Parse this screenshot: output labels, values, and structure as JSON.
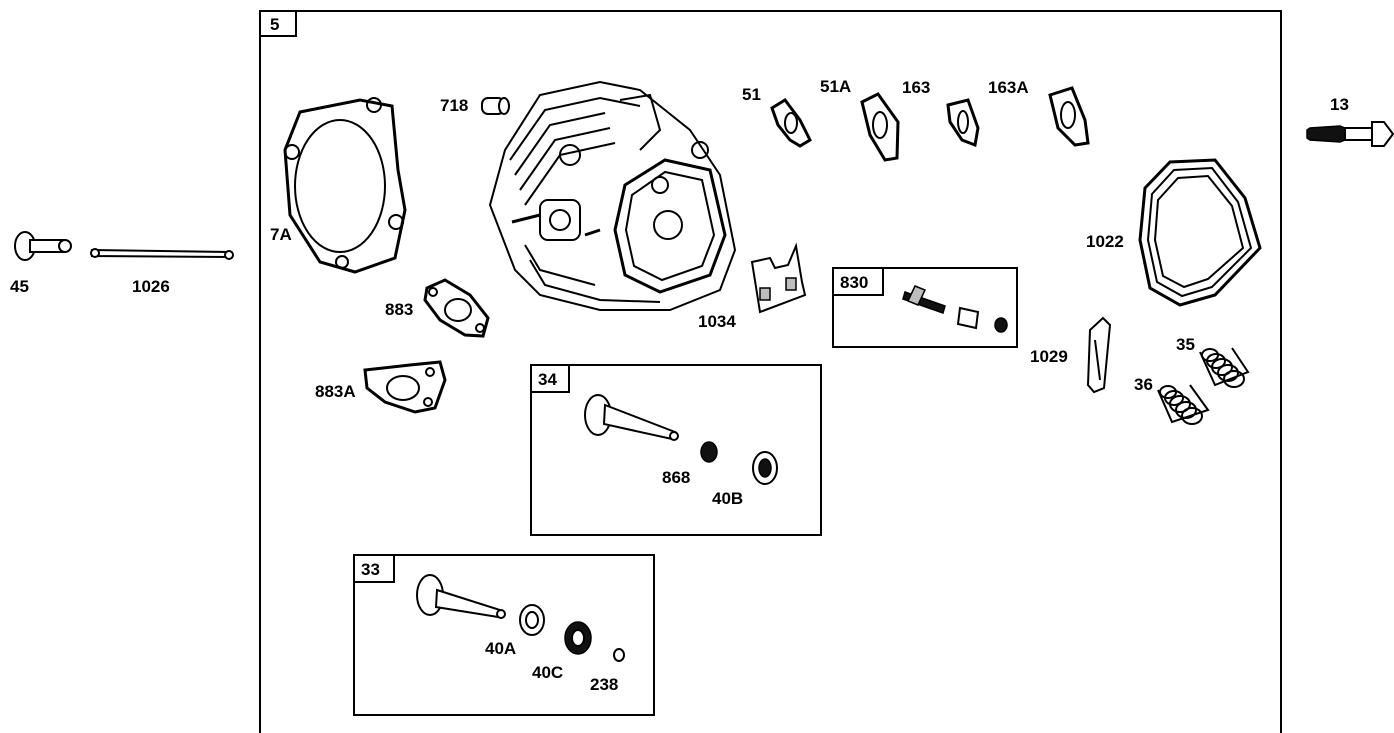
{
  "labels": {
    "main_assembly": "5",
    "head_gasket": "7A",
    "dowel_pin": "718",
    "gasket_51": "51",
    "gasket_51a": "51A",
    "gasket_163": "163",
    "gasket_163a": "163A",
    "bolt_13": "13",
    "valve_cover_gasket": "1022",
    "rocker_arm_45": "45",
    "push_rod": "1026",
    "gasket_883": "883",
    "gasket_883a": "883A",
    "plate_1034": "1034",
    "kit_830": "830",
    "guide_1029": "1029",
    "spring_35": "35",
    "spring_36": "36",
    "kit_34": "34",
    "keeper_868": "868",
    "retainer_40b": "40B",
    "kit_33": "33",
    "retainer_40a": "40A",
    "retainer_40c": "40C",
    "cap_238": "238"
  }
}
